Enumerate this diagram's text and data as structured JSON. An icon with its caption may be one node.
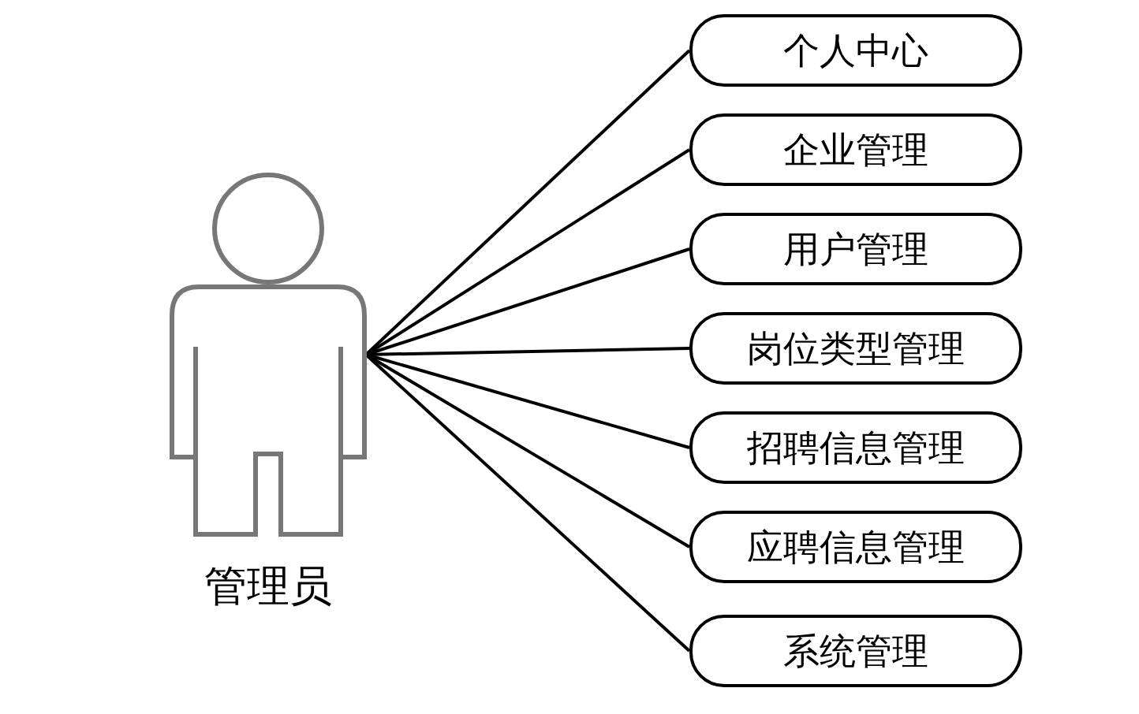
{
  "diagram": {
    "nodes": [
      {
        "text": [
          "管理员"
        ]
      },
      {
        "text": [
          "个人中心"
        ]
      },
      {
        "text": [
          "企业管理"
        ]
      },
      {
        "text": [
          "用户管理"
        ]
      },
      {
        "text": [
          "岗位类型管理"
        ]
      },
      {
        "text": [
          "招聘信息管理"
        ]
      },
      {
        "text": [
          "应聘信息管理"
        ]
      },
      {
        "text": [
          "系统管理"
        ]
      }
    ],
    "edges": [
      {
        "from": 0,
        "to": 1,
        "arrow": "none"
      },
      {
        "from": 0,
        "to": 2,
        "arrow": "none"
      },
      {
        "from": 0,
        "to": 3,
        "arrow": "none"
      },
      {
        "from": 0,
        "to": 4,
        "arrow": "none"
      },
      {
        "from": 0,
        "to": 5,
        "arrow": "none"
      },
      {
        "from": 0,
        "to": 6,
        "arrow": "none"
      },
      {
        "from": 0,
        "to": 7,
        "arrow": "none"
      }
    ]
  }
}
